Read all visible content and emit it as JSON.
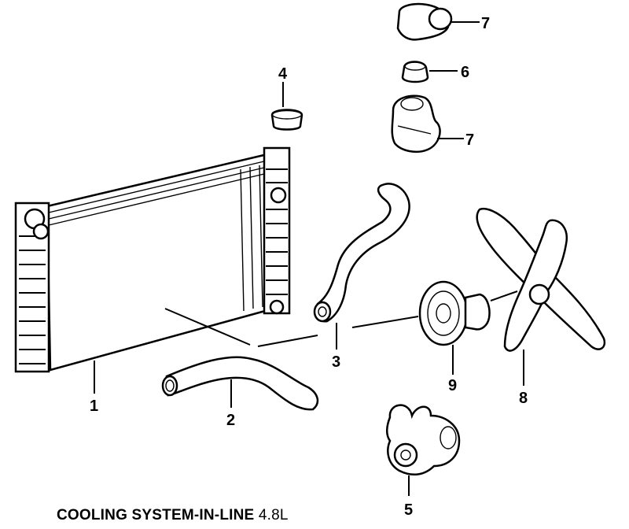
{
  "caption": {
    "title": "COOLING SYSTEM-IN-LINE",
    "engine": "4.8L"
  },
  "callouts": [
    "1",
    "2",
    "3",
    "4",
    "5",
    "6",
    "7",
    "7",
    "8",
    "9"
  ]
}
